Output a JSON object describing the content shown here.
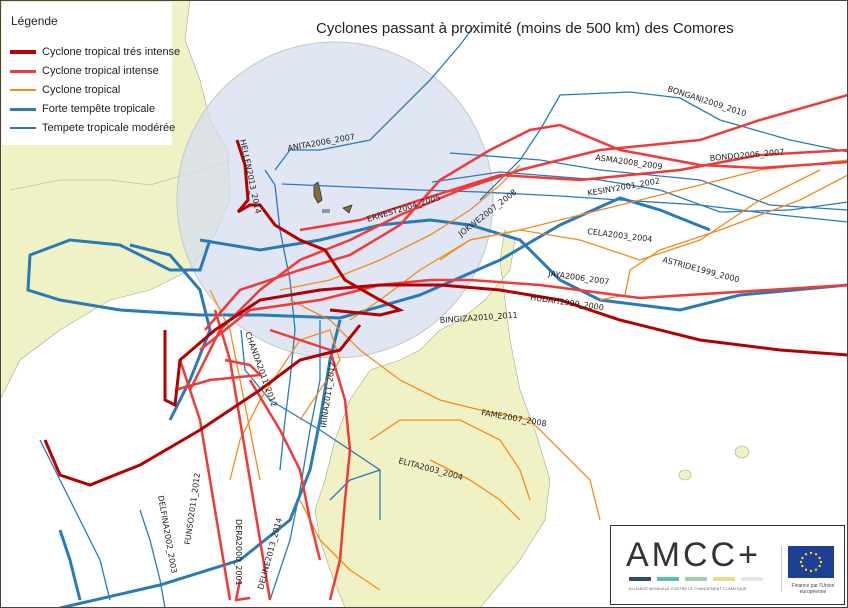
{
  "title": "Cyclones passant à proximité (moins de 500 km) des Comores",
  "legend": {
    "title": "Légende",
    "items": [
      {
        "label": "Cyclone tropical trés intense",
        "color": "#b30000"
      },
      {
        "label": "Cyclone tropical intense",
        "color": "#f03a3a"
      },
      {
        "label": "Cyclone tropical",
        "color": "#f28c1c"
      },
      {
        "label": "Forte tempête tropicale",
        "color": "#2a7ab8"
      },
      {
        "label": "Tempete tropicale modérée",
        "color": "#2a7ab8"
      }
    ]
  },
  "tracks": {
    "anita": "ANITA2006_2007",
    "hellen": "HELLEN2013_2014",
    "ernest": "ERNEST2004_2005",
    "jokwe": "JOKWE2007_2008",
    "bongani": "BONGANI2009_2010",
    "asma": "ASMA2008_2009",
    "bondo": "BONDO2006_2007",
    "kesiny": "KESINY2001_2002",
    "cela": "CELA2003_2004",
    "astride": "ASTRIDE1999_2000",
    "jaya": "JAYA2006_2007",
    "hudah": "HUDAH1999_2000",
    "bingiza": "BINGIZA2010_2011",
    "chanda": "CHANDA2011_2012",
    "irina": "IRINA2011_2012",
    "fame": "FAME2007_2008",
    "elita": "ELITA2003_2004",
    "delfina": "DELFINA2002_2003",
    "funso": "FUNSO2011_2012",
    "dera": "DERA2000_2001",
    "deline": "DELINE2013_2014"
  },
  "logo": {
    "name": "AMCC+",
    "tagline": "ALLIANCE MONDIALE CONTRE LE CHANGEMENT CLIMATIQUE",
    "funding": "Financé par l'Union européenne"
  }
}
